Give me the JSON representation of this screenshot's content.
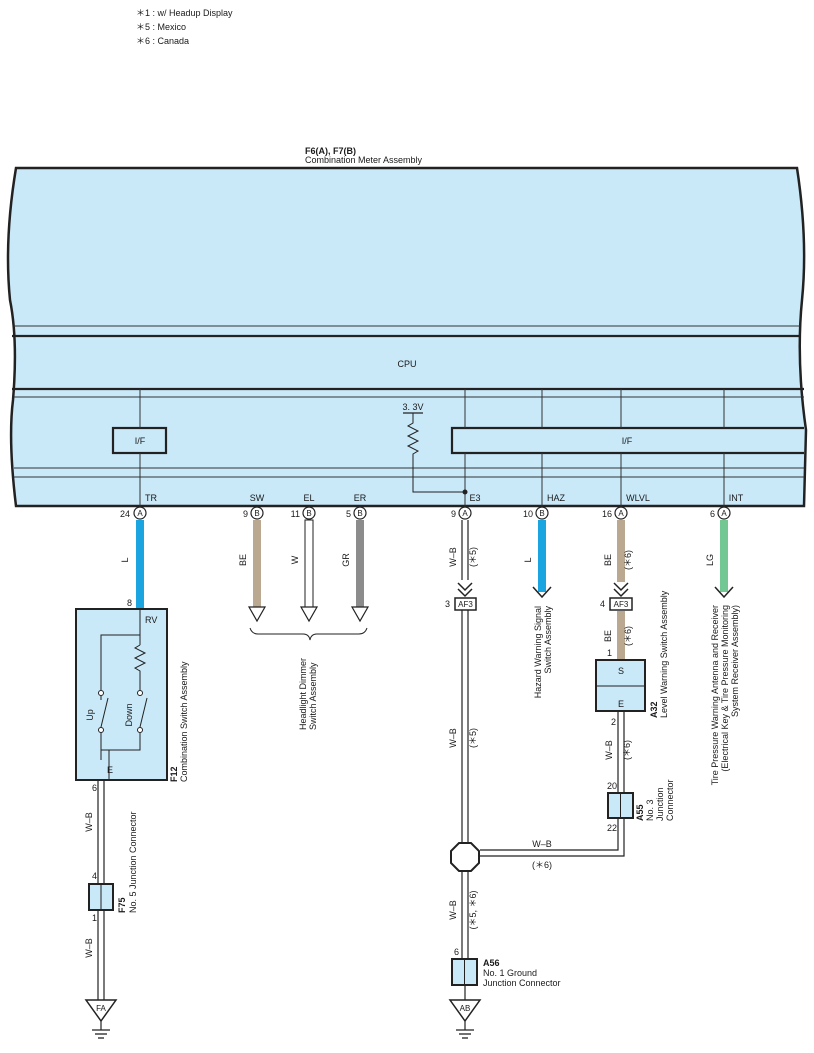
{
  "notes": [
    "＊1 : w/ Headup Display",
    "＊5 : Mexico",
    "＊6 : Canada"
  ],
  "meter": {
    "id": "F6(A), F7(B)",
    "name": "Combination Meter Assembly",
    "cpu": "CPU",
    "if_left": "I/F",
    "if_right": "I/F",
    "voltage": "3. 3V"
  },
  "terminals": [
    {
      "name": "TR",
      "pin": "24",
      "conn": "A"
    },
    {
      "name": "SW",
      "pin": "9",
      "conn": "B"
    },
    {
      "name": "EL",
      "pin": "11",
      "conn": "B"
    },
    {
      "name": "ER",
      "pin": "5",
      "conn": "B"
    },
    {
      "name": "E3",
      "pin": "9",
      "conn": "A"
    },
    {
      "name": "HAZ",
      "pin": "10",
      "conn": "B"
    },
    {
      "name": "WLVL",
      "pin": "16",
      "conn": "A"
    },
    {
      "name": "INT",
      "pin": "6",
      "conn": "A"
    }
  ],
  "wires": {
    "tr": "L",
    "sw": "BE",
    "el": "W",
    "er": "GR",
    "e3": "W–B",
    "haz": "L",
    "wlvl": "BE",
    "wlvl2": "BE",
    "int": "LG",
    "a32_out": "W–B",
    "f12_out": "W–B",
    "f75_out": "W–B",
    "af3_down": "W–B",
    "a55_branch": "W–B",
    "to_a56": "W–B"
  },
  "wire_notes": {
    "e3": "(＊5)",
    "wlvl": "(＊6)",
    "wlvl2": "(＊6)",
    "af3_down": "(＊5)",
    "a32_out": "(＊6)",
    "a55_branch": "(＊6)",
    "to_a56": "(＊5, ＊6)"
  },
  "af3": {
    "label": "AF3",
    "pin_left": "3",
    "pin_right": "4"
  },
  "f12": {
    "id": "F12",
    "name": "Combination Switch Assembly",
    "pin_top": "8",
    "pin_bottom": "6",
    "rv": "RV",
    "e": "E",
    "up": "Up",
    "down": "Down"
  },
  "f75": {
    "id": "F75",
    "name": "No. 5 Junction Connector",
    "pin_top": "4",
    "pin_bottom": "1"
  },
  "a32": {
    "id": "A32",
    "name": "Level Warning Switch Assembly",
    "pin_top": "1",
    "pin_bottom": "2",
    "s": "S",
    "e": "E"
  },
  "a55": {
    "id": "A55",
    "name_l1": "No. 3",
    "name_l2": "Junction",
    "name_l3": "Connector",
    "pin_top": "20",
    "pin_bottom": "22"
  },
  "a56": {
    "id": "A56",
    "name_l1": "No. 1 Ground",
    "name_l2": "Junction Connector",
    "pin_top": "6"
  },
  "headlight": {
    "name_l1": "Headlight Dimmer",
    "name_l2": "Switch Assembly"
  },
  "hazard": {
    "name_l1": "Hazard Warning Signal",
    "name_l2": "Switch Assembly"
  },
  "tpms": {
    "name_l1": "Tire Pressure Warning Antenna and Receiver",
    "name_l2": "(Electrical Key & Tire Pressure Monitoring",
    "name_l3": "System Receiver Assembly)"
  },
  "grounds": {
    "fa": "FA",
    "ab": "AB"
  },
  "colors": {
    "fill": "#c9e8f8",
    "L": "#1aa5e0",
    "BE": "#bba890",
    "GR": "#8c8c8c",
    "LG": "#72c793"
  }
}
